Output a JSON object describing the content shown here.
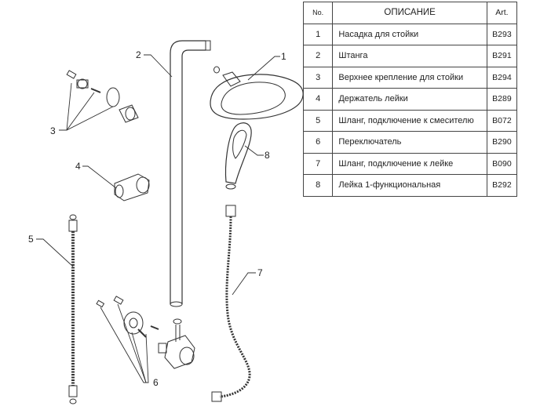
{
  "table": {
    "headers": {
      "no": "No.",
      "description": "ОПИСАНИЕ",
      "art": "Art."
    },
    "rows": [
      {
        "no": "1",
        "description": "Насадка для стойки",
        "art": "B293"
      },
      {
        "no": "2",
        "description": "Штанга",
        "art": "B291"
      },
      {
        "no": "3",
        "description": "Верхнее крепление для стойки",
        "art": "B294"
      },
      {
        "no": "4",
        "description": "Держатель лейки",
        "art": "B289"
      },
      {
        "no": "5",
        "description": "Шланг, подключение к смесителю",
        "art": "B072"
      },
      {
        "no": "6",
        "description": "Переключатель",
        "art": "B290"
      },
      {
        "no": "7",
        "description": "Шланг, подключение к лейке",
        "art": "B090"
      },
      {
        "no": "8",
        "description": "Лейка 1-функциональная",
        "art": "B292"
      }
    ]
  },
  "callouts": {
    "c1": "1",
    "c2": "2",
    "c3": "3",
    "c4": "4",
    "c5": "5",
    "c6": "6",
    "c7": "7",
    "c8": "8"
  }
}
